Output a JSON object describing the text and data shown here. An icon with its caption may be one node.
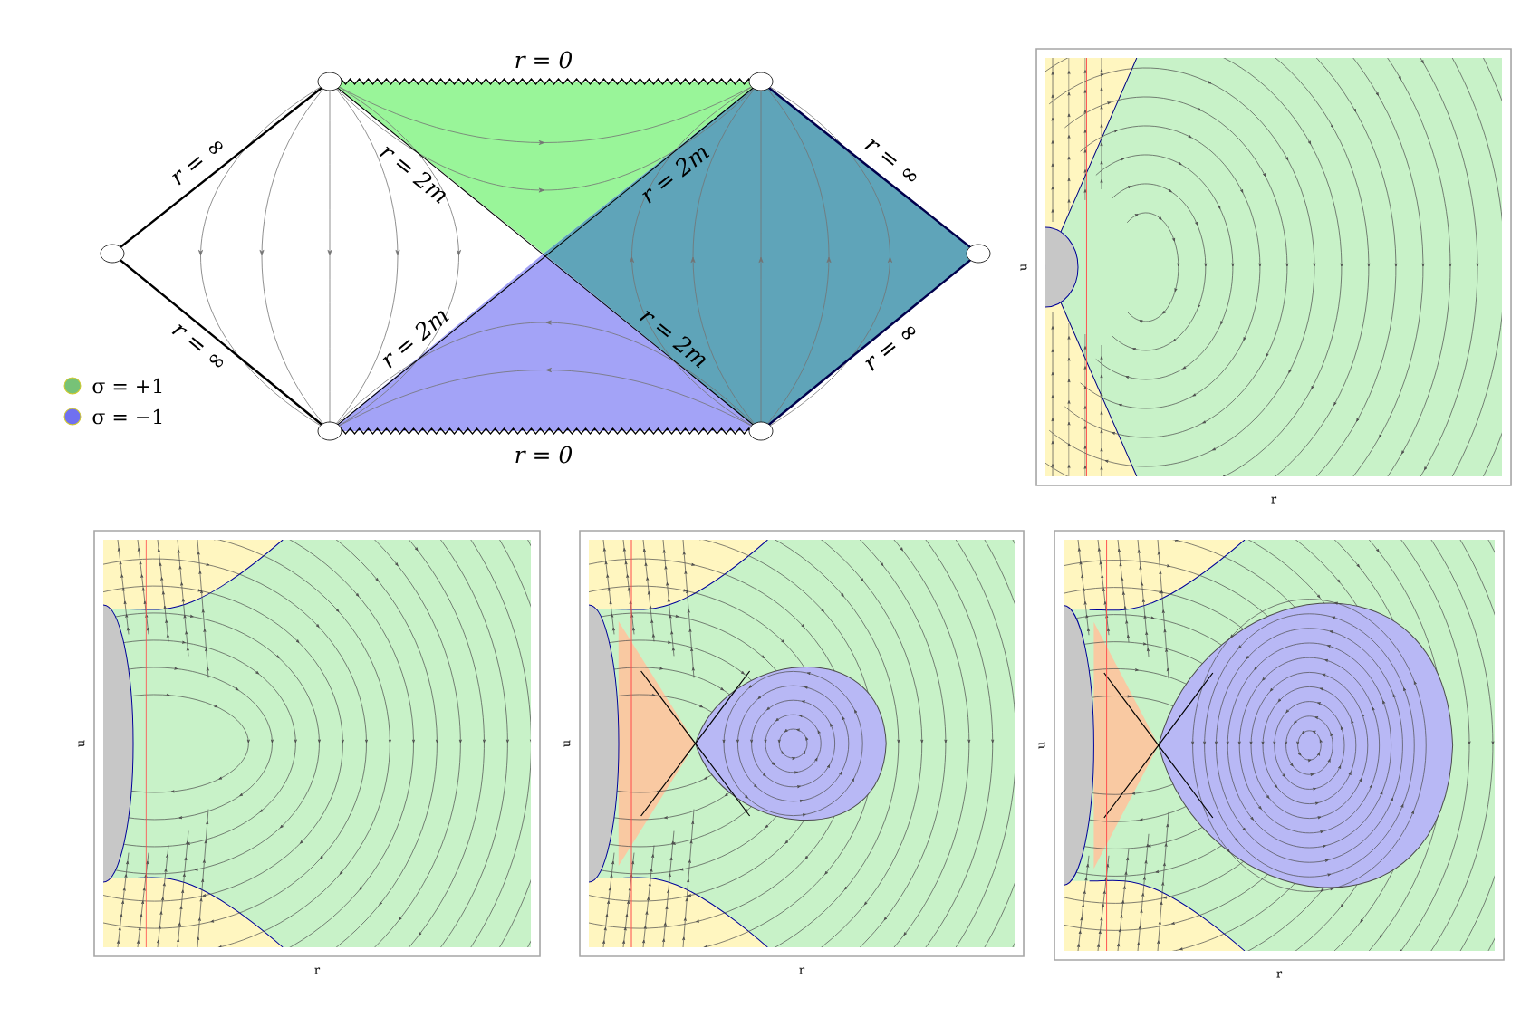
{
  "diagram": {
    "labels": [
      "r = 0",
      "r = ∞",
      "r = 2m",
      "r = 2m",
      "r = ∞",
      "r = ∞",
      "r = 2m",
      "r = 2m",
      "r = ∞",
      "r = 0",
      "u",
      "r",
      "u",
      "r",
      "u",
      "r",
      "u",
      "r"
    ],
    "legend": [
      {
        "text": "σ = +1",
        "color": "#77c277"
      },
      {
        "text": "σ = −1",
        "color": "#7070f0"
      }
    ]
  }
}
